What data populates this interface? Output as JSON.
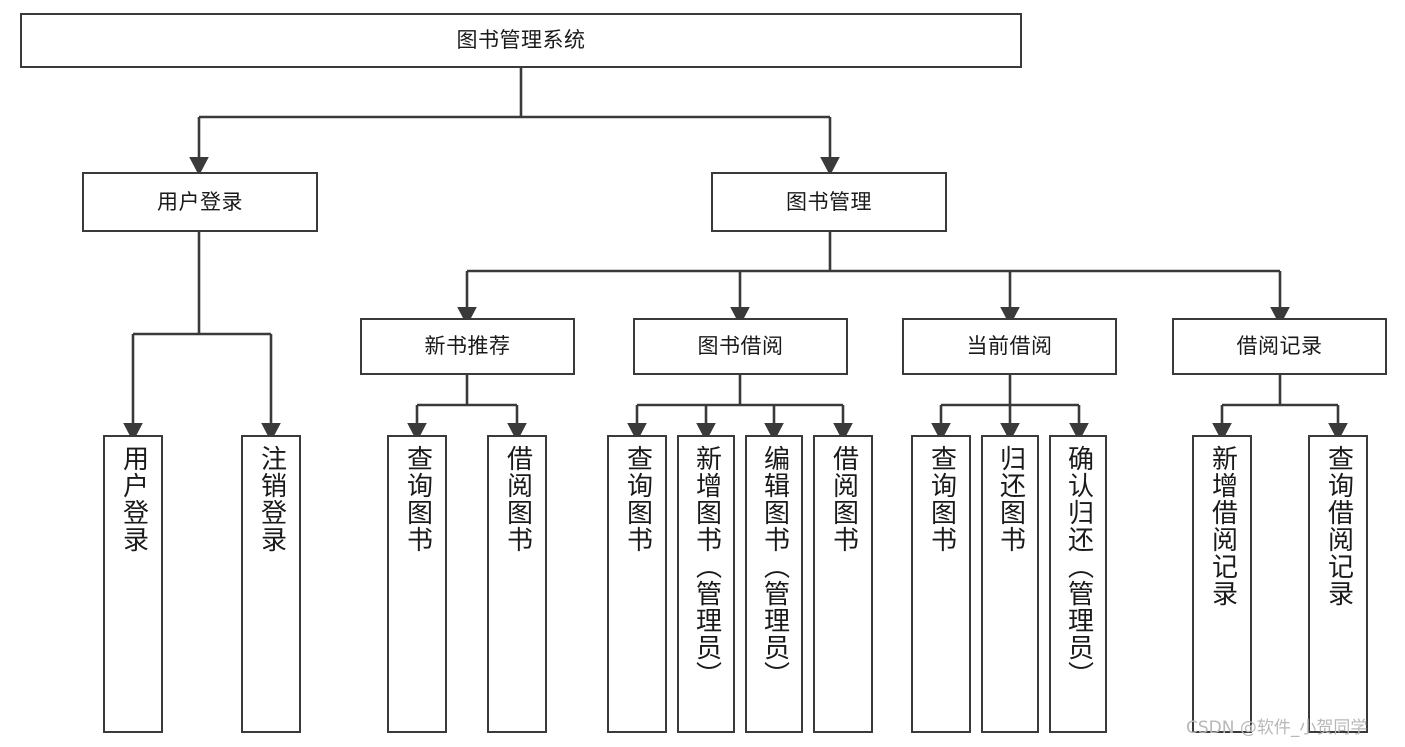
{
  "diagram": {
    "type": "tree-hierarchy",
    "title": "图书管理系统",
    "watermark": "CSDN @软件_小贺同学",
    "nodes": {
      "root": {
        "label": "图书管理系统"
      },
      "level1": [
        {
          "id": "user-login",
          "label": "用户登录"
        },
        {
          "id": "book-management",
          "label": "图书管理"
        }
      ],
      "level2": [
        {
          "id": "new-book-recommend",
          "label": "新书推荐",
          "parent": "book-management"
        },
        {
          "id": "book-borrow",
          "label": "图书借阅",
          "parent": "book-management"
        },
        {
          "id": "current-borrow",
          "label": "当前借阅",
          "parent": "book-management"
        },
        {
          "id": "borrow-record",
          "label": "借阅记录",
          "parent": "book-management"
        }
      ],
      "leaves": [
        {
          "id": "leaf-user-login",
          "label": "用户登录",
          "parent": "user-login"
        },
        {
          "id": "leaf-logout-login",
          "label": "注销登录",
          "parent": "user-login"
        },
        {
          "id": "leaf-query-book-1",
          "label": "查询图书",
          "parent": "new-book-recommend"
        },
        {
          "id": "leaf-borrow-book-1",
          "label": "借阅图书",
          "parent": "new-book-recommend"
        },
        {
          "id": "leaf-query-book-2",
          "label": "查询图书",
          "parent": "book-borrow"
        },
        {
          "id": "leaf-add-book",
          "label": "新增图书（管理员）",
          "parent": "book-borrow"
        },
        {
          "id": "leaf-edit-book",
          "label": "编辑图书（管理员）",
          "parent": "book-borrow"
        },
        {
          "id": "leaf-borrow-book-2",
          "label": "借阅图书",
          "parent": "book-borrow"
        },
        {
          "id": "leaf-query-book-3",
          "label": "查询图书",
          "parent": "current-borrow"
        },
        {
          "id": "leaf-return-book",
          "label": "归还图书",
          "parent": "current-borrow"
        },
        {
          "id": "leaf-confirm-return",
          "label": "确认归还（管理员）",
          "parent": "current-borrow"
        },
        {
          "id": "leaf-add-record",
          "label": "新增借阅记录",
          "parent": "borrow-record"
        },
        {
          "id": "leaf-query-record",
          "label": "查询借阅记录",
          "parent": "borrow-record"
        }
      ]
    },
    "colors": {
      "border": "#3a3a3a",
      "background": "#ffffff",
      "text": "#1a1a1a",
      "watermark": "#b8b8b8"
    }
  }
}
